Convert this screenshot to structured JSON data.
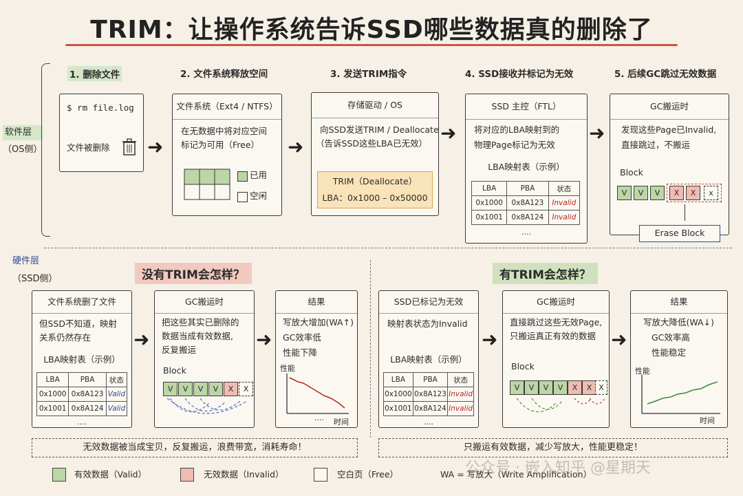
{
  "title": "TRIM：让操作系统告诉SSD哪些数据真的删除了",
  "side": {
    "software": "软件层",
    "software_sub": "（OS侧）",
    "hardware": "硬件层",
    "hardware_sub": "（SSD侧）"
  },
  "steps": [
    {
      "label": "1. 删除文件"
    },
    {
      "label": "2. 文件系统释放空间"
    },
    {
      "label": "3. 发送TRIM指令"
    },
    {
      "label": "4. SSD接收并标记为无效"
    },
    {
      "label": "5. 后续GC跳过无效数据"
    }
  ],
  "s1": {
    "cmd": "$ rm file.log",
    "text": "文件被删除"
  },
  "s2": {
    "header": "文件系统（Ext4 / NTFS）",
    "line1": "在无数据中将对应空间",
    "line2": "标记为可用（Free）",
    "used": "已用",
    "free": "空闲"
  },
  "s3": {
    "header": "存储驱动 / OS",
    "line1": "向SSD发送TRIM / Deallocate",
    "line2": "（告诉SSD这些LBA已无效）",
    "box_title": "TRIM（Deallocate）",
    "box_lba": "LBA：0x1000 – 0x50000"
  },
  "s4": {
    "header": "SSD 主控（FTL）",
    "line1": "将对应的LBA映射到的",
    "line2": "物理Page标记为无效",
    "table_title": "LBA映射表（示例）",
    "cols": [
      "LBA",
      "PBA",
      "状态"
    ],
    "rows": [
      [
        "0x1000",
        "0x8A123",
        "Invalid"
      ],
      [
        "0x1001",
        "0x8A124",
        "Invalid"
      ]
    ],
    "more": "...."
  },
  "s5": {
    "header": "GC搬运时",
    "line1": "发现这些Page已Invalid,",
    "line2": "直接跳过，不搬运",
    "block": "Block",
    "cells": [
      "V",
      "V",
      "V",
      "X",
      "X",
      "x"
    ],
    "erase": "Erase Block"
  },
  "no_trim": {
    "title": "没有TRIM会怎样？",
    "b1": {
      "header": "文件系统删了文件",
      "line1": "但SSD不知道，映射",
      "line2": "关系仍然存在",
      "table_title": "LBA映射表（示例）",
      "cols": [
        "LBA",
        "PBA",
        "状态"
      ],
      "rows": [
        [
          "0x1000",
          "0x8A123",
          "Valid"
        ],
        [
          "0x1001",
          "0x8A124",
          "Valid"
        ]
      ],
      "more": "...."
    },
    "b2": {
      "header": "GC搬运时",
      "line1": "把这些其实已删除的",
      "line2": "数据当成有效数据,",
      "line3": "反复搬运",
      "block": "Block",
      "cells": [
        "V",
        "V",
        "V",
        "V",
        "X",
        "X"
      ]
    },
    "b3": {
      "header": "结果",
      "line1": "写放大增加(WA↑)",
      "line2": "GC效率低",
      "line3": "性能下降",
      "ylabel": "性能",
      "xlabel": "时间",
      "more": "...."
    },
    "note": "无效数据被当成宝贝，反复搬运，浪费带宽，消耗寿命！"
  },
  "with_trim": {
    "title": "有TRIM会怎样？",
    "b1": {
      "header": "SSD已标记为无效",
      "line1": "映射表状态为Invalid",
      "table_title": "LBA映射表（示例）",
      "cols": [
        "LBA",
        "PBA",
        "状态"
      ],
      "rows": [
        [
          "0x1000",
          "0x8A123",
          "Invalid"
        ],
        [
          "0x1001",
          "0x8A124",
          "Invalid"
        ]
      ],
      "more": "...."
    },
    "b2": {
      "header": "GC搬运时",
      "line1": "直接跳过这些无效Page,",
      "line2": "只搬运真正有效的数据",
      "block": "Block",
      "cells": [
        "V",
        "V",
        "V",
        "V",
        "X",
        "X",
        "X"
      ]
    },
    "b3": {
      "header": "结果",
      "line1": "写放大降低(WA↓)",
      "line2": "GC效率高",
      "line3": "性能稳定",
      "ylabel": "性能",
      "xlabel": "时间"
    },
    "note": "只搬运有效数据，减少写放大，性能更稳定！"
  },
  "legend": {
    "valid": "有效数据（Valid）",
    "invalid": "无效数据（Invalid）",
    "blank": "空白页（Free）",
    "wa": "WA = 写放大（Write Amplification）"
  },
  "watermark": "公众号 · 嵌入知乎 @星期天",
  "colors": {
    "valid": "#bcd6a6",
    "invalid": "#f0bcb2",
    "accent": "#c0392b",
    "trim_box": "#f9e3b8"
  }
}
